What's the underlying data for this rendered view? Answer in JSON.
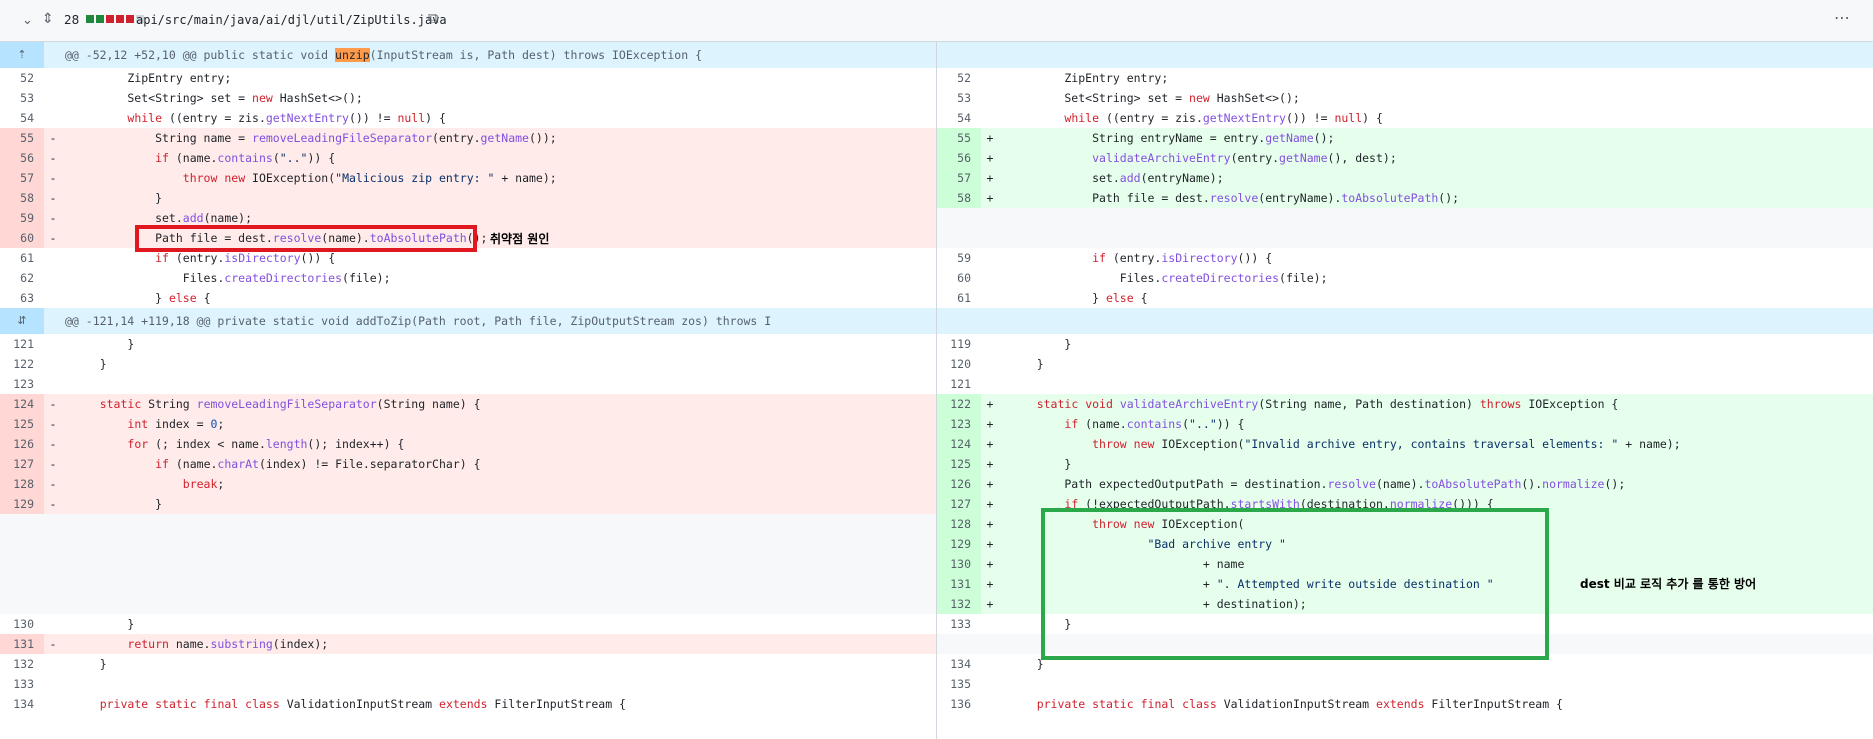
{
  "file_header": {
    "changes_count": "28",
    "diffstat_colors": [
      "#1f883d",
      "#1f883d",
      "#cf222e",
      "#cf222e",
      "#cf222e",
      "#d0d7de"
    ],
    "file_path": "api/src/main/java/ai/djl/util/ZipUtils.java",
    "collapse_icon": "chevron-down-icon",
    "expand_icon": "expand-vertical-icon",
    "copy_icon": "copy-icon",
    "more_icon": "kebab-horizontal-icon"
  },
  "hunks": [
    {
      "pre": "@@ -52,12 +52,10 @@ public static void ",
      "highlight": "unzip",
      "post": "(InputStream is, Path dest) throws IOException {"
    },
    {
      "pre": "@@ -121,14 +119,18 @@ private static void addToZip(Path root, Path file, ZipOutputStream zos) throws I",
      "highlight": "",
      "post": ""
    }
  ],
  "rows": [
    {
      "l": {
        "n": "52",
        "t": "ctx",
        "c": "        ZipEntry entry;"
      },
      "r": {
        "n": "52",
        "t": "ctx",
        "c": "        ZipEntry entry;"
      }
    },
    {
      "l": {
        "n": "53",
        "t": "ctx",
        "c": "        Set<String> set = new HashSet<>();"
      },
      "r": {
        "n": "53",
        "t": "ctx",
        "c": "        Set<String> set = new HashSet<>();"
      }
    },
    {
      "l": {
        "n": "54",
        "t": "ctx",
        "c": "        while ((entry = zis.getNextEntry()) != null) {"
      },
      "r": {
        "n": "54",
        "t": "ctx",
        "c": "        while ((entry = zis.getNextEntry()) != null) {"
      }
    },
    {
      "l": {
        "n": "55",
        "t": "del",
        "c": "            String name = removeLeadingFileSeparator(entry.getName());"
      },
      "r": {
        "n": "55",
        "t": "add",
        "c": "            String entryName = entry.getName();"
      }
    },
    {
      "l": {
        "n": "56",
        "t": "del",
        "c": "            if (name.contains(\"..\")) {"
      },
      "r": {
        "n": "56",
        "t": "add",
        "c": "            validateArchiveEntry(entry.getName(), dest);"
      }
    },
    {
      "l": {
        "n": "57",
        "t": "del",
        "c": "                throw new IOException(\"Malicious zip entry: \" + name);"
      },
      "r": {
        "n": "57",
        "t": "add",
        "c": "            set.add(entryName);"
      }
    },
    {
      "l": {
        "n": "58",
        "t": "del",
        "c": "            }"
      },
      "r": {
        "n": "58",
        "t": "add",
        "c": "            Path file = dest.resolve(entryName).toAbsolutePath();"
      }
    },
    {
      "l": {
        "n": "59",
        "t": "del",
        "c": "            set.add(name);"
      },
      "r": {
        "n": "",
        "t": "empty",
        "c": ""
      }
    },
    {
      "l": {
        "n": "60",
        "t": "del",
        "c": "            Path file = dest.resolve(name).toAbsolutePath();"
      },
      "r": {
        "n": "",
        "t": "empty",
        "c": ""
      }
    },
    {
      "l": {
        "n": "61",
        "t": "ctx",
        "c": "            if (entry.isDirectory()) {"
      },
      "r": {
        "n": "59",
        "t": "ctx",
        "c": "            if (entry.isDirectory()) {"
      }
    },
    {
      "l": {
        "n": "62",
        "t": "ctx",
        "c": "                Files.createDirectories(file);"
      },
      "r": {
        "n": "60",
        "t": "ctx",
        "c": "                Files.createDirectories(file);"
      }
    },
    {
      "l": {
        "n": "63",
        "t": "ctx",
        "c": "            } else {"
      },
      "r": {
        "n": "61",
        "t": "ctx",
        "c": "            } else {"
      }
    },
    {
      "hunk": 1
    },
    {
      "l": {
        "n": "121",
        "t": "ctx",
        "c": "        }"
      },
      "r": {
        "n": "119",
        "t": "ctx",
        "c": "        }"
      }
    },
    {
      "l": {
        "n": "122",
        "t": "ctx",
        "c": "    }"
      },
      "r": {
        "n": "120",
        "t": "ctx",
        "c": "    }"
      }
    },
    {
      "l": {
        "n": "123",
        "t": "ctx",
        "c": ""
      },
      "r": {
        "n": "121",
        "t": "ctx",
        "c": ""
      }
    },
    {
      "l": {
        "n": "124",
        "t": "del",
        "c": "    static String removeLeadingFileSeparator(String name) {"
      },
      "r": {
        "n": "122",
        "t": "add",
        "c": "    static void validateArchiveEntry(String name, Path destination) throws IOException {"
      }
    },
    {
      "l": {
        "n": "125",
        "t": "del",
        "c": "        int index = 0;"
      },
      "r": {
        "n": "123",
        "t": "add",
        "c": "        if (name.contains(\"..\")) {"
      }
    },
    {
      "l": {
        "n": "126",
        "t": "del",
        "c": "        for (; index < name.length(); index++) {"
      },
      "r": {
        "n": "124",
        "t": "add",
        "c": "            throw new IOException(\"Invalid archive entry, contains traversal elements: \" + name);"
      }
    },
    {
      "l": {
        "n": "127",
        "t": "del",
        "c": "            if (name.charAt(index) != File.separatorChar) {"
      },
      "r": {
        "n": "125",
        "t": "add",
        "c": "        }"
      }
    },
    {
      "l": {
        "n": "128",
        "t": "del",
        "c": "                break;"
      },
      "r": {
        "n": "126",
        "t": "add",
        "c": "        Path expectedOutputPath = destination.resolve(name).toAbsolutePath().normalize();"
      }
    },
    {
      "l": {
        "n": "129",
        "t": "del",
        "c": "            }"
      },
      "r": {
        "n": "127",
        "t": "add",
        "c": "        if (!expectedOutputPath.startsWith(destination.normalize())) {"
      }
    },
    {
      "l": {
        "n": "",
        "t": "empty",
        "c": ""
      },
      "r": {
        "n": "128",
        "t": "add",
        "c": "            throw new IOException("
      }
    },
    {
      "l": {
        "n": "",
        "t": "empty",
        "c": ""
      },
      "r": {
        "n": "129",
        "t": "add",
        "c": "                    \"Bad archive entry \""
      }
    },
    {
      "l": {
        "n": "",
        "t": "empty",
        "c": ""
      },
      "r": {
        "n": "130",
        "t": "add",
        "c": "                            + name"
      }
    },
    {
      "l": {
        "n": "",
        "t": "empty",
        "c": ""
      },
      "r": {
        "n": "131",
        "t": "add",
        "c": "                            + \". Attempted write outside destination \""
      }
    },
    {
      "l": {
        "n": "",
        "t": "empty",
        "c": ""
      },
      "r": {
        "n": "132",
        "t": "add",
        "c": "                            + destination);"
      }
    },
    {
      "l": {
        "n": "130",
        "t": "ctx",
        "c": "        }"
      },
      "r": {
        "n": "133",
        "t": "ctx",
        "c": "        }"
      }
    },
    {
      "l": {
        "n": "131",
        "t": "del",
        "c": "        return name.substring(index);"
      },
      "r": {
        "n": "",
        "t": "empty",
        "c": ""
      }
    },
    {
      "l": {
        "n": "132",
        "t": "ctx",
        "c": "    }"
      },
      "r": {
        "n": "134",
        "t": "ctx",
        "c": "    }"
      }
    },
    {
      "l": {
        "n": "133",
        "t": "ctx",
        "c": ""
      },
      "r": {
        "n": "135",
        "t": "ctx",
        "c": ""
      }
    },
    {
      "l": {
        "n": "134",
        "t": "ctx",
        "c": "    private static final class ValidationInputStream extends FilterInputStream {"
      },
      "r": {
        "n": "136",
        "t": "ctx",
        "c": "    private static final class ValidationInputStream extends FilterInputStream {"
      }
    }
  ],
  "annotations": {
    "vulnerability_cause": "취약점 원인",
    "defense_note": "dest 비교 로직 추가 를 통한 방어"
  },
  "colors": {
    "del_line": "#ffebe9",
    "del_num": "#ffd7d5",
    "add_line": "#e6ffec",
    "add_num": "#ccffd8",
    "hunk_bg": "#ddf4ff",
    "box_red": "#e0171f",
    "box_green": "#2aa84a"
  }
}
